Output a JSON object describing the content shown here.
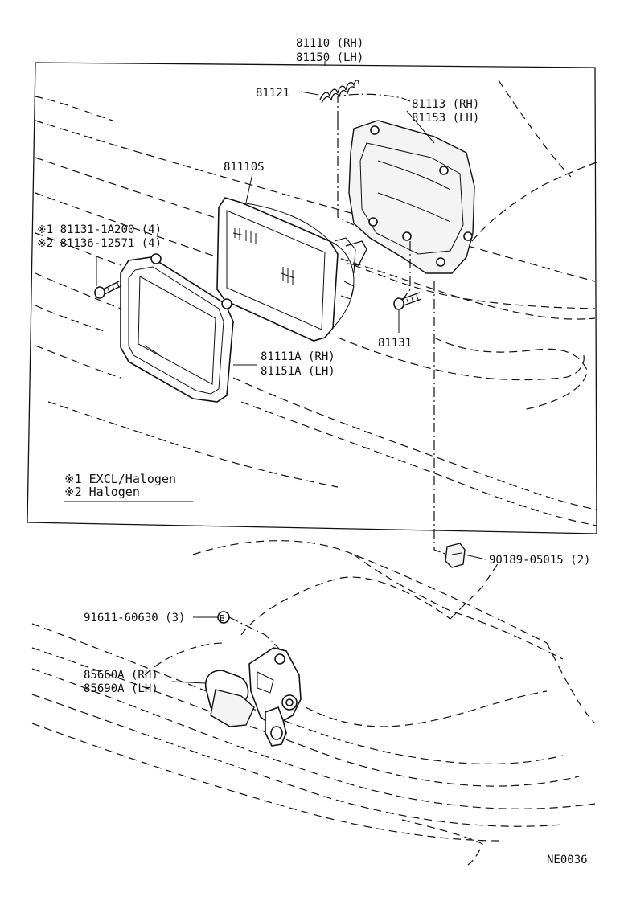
{
  "labels": {
    "assembly_rh": "81110 (RH)",
    "assembly_lh": "81150 (LH)",
    "spring": "81121",
    "housing_rh": "81113 (RH)",
    "housing_lh": "81153 (LH)",
    "sealed_beam": "81110S",
    "screw_excl_halogen": "※1  81131-1A200 (4)",
    "screw_halogen": "※2  81136-12571 (4)",
    "bezel_rh": "81111A (RH)",
    "bezel_lh": "81151A (LH)",
    "screw_single": "81131",
    "nut": "90189-05015 (2)",
    "bolt": "91611-60630 (3)",
    "bolt_marker": "B",
    "lamp_rh": "85660A (RH)",
    "lamp_lh": "85690A (LH)",
    "diagram_code": "NE0036"
  },
  "legend": {
    "note1": "※1  EXCL/Halogen",
    "note2": "※2  Halogen"
  }
}
